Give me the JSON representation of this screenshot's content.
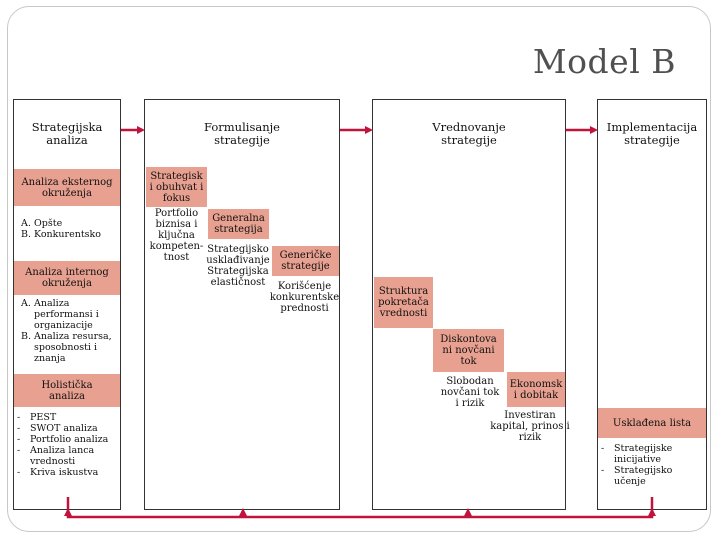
{
  "title": "Model B",
  "columns": {
    "c1": {
      "header": "Strategijska\nanaliza",
      "box_external": "Analiza eksternog\nokruženja",
      "list_external": [
        {
          "marker": "A.",
          "text": "Opšte"
        },
        {
          "marker": "B.",
          "text": "Konkurentsko"
        }
      ],
      "box_internal": "Analiza internog\nokruženja",
      "list_internal": [
        {
          "marker": "A.",
          "text": "Analiza performansi i organizacije"
        },
        {
          "marker": "B.",
          "text": "Analiza resursa, sposobnosti i znanja"
        }
      ],
      "box_holistic": "Holistička\nanaliza",
      "list_holistic": [
        {
          "marker": "-",
          "text": "PEST"
        },
        {
          "marker": "-",
          "text": "SWOT analiza"
        },
        {
          "marker": "-",
          "text": "Portfolio analiza"
        },
        {
          "marker": "-",
          "text": "Analiza lanca vrednosti"
        },
        {
          "marker": "-",
          "text": "Kriva iskustva"
        }
      ]
    },
    "c2": {
      "header": "Formulisanje\nstrategije",
      "box_scope": "Strategisk\ni obuhvat i\nfokus",
      "text_portfolio": "Portfolio\nbiznisa i\nključna\nkompeten-\ntnost",
      "box_general": "Generalna\nstrategija",
      "text_alignment": "Strategijsko\nusklađivanje\nStrategijska\nelastičnost",
      "box_generic": "Generičke\nstrategije",
      "text_competitive": "Korišćenje\nkonkurentske\nprednosti"
    },
    "c3": {
      "header": "Vrednovanje\nstrategije",
      "box_drivers": "Struktura\npokretača\nvrednosti",
      "box_discounted": "Diskontova\nni novčani\ntok",
      "text_freecash": "Slobodan\nnovčani tok\ni rizik",
      "box_economic": "Ekonomsk\ni dobitak",
      "text_invested": "Investiran\nkapital, prinos i\nrizik"
    },
    "c4": {
      "header": "Implementacija\nstrategije",
      "box_aligned": "Usklađena lista",
      "list_impl": [
        {
          "marker": "-",
          "text": "Strategijske inicijative"
        },
        {
          "marker": "-",
          "text": "Strategijsko učenje"
        }
      ]
    }
  },
  "colors": {
    "box_fill": "#e8a191",
    "arrow": "#c0143c",
    "border": "#333333",
    "title": "#505050"
  }
}
